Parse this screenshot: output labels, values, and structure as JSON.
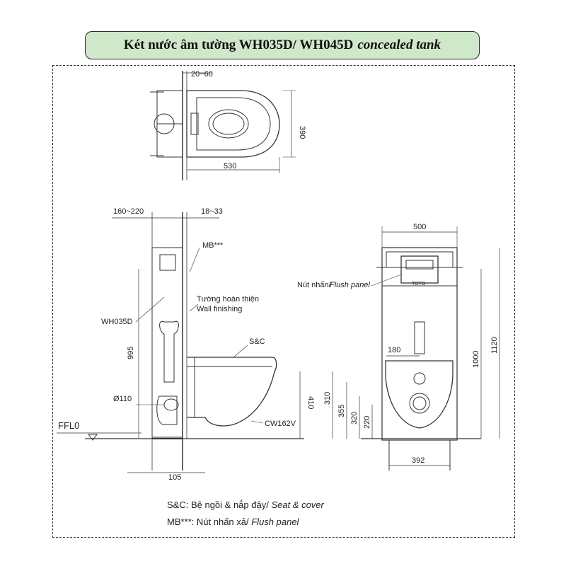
{
  "title": {
    "main": "Két nước âm tường WH035D/ WH045D",
    "italic": "concealed tank"
  },
  "dimensions": {
    "top_wall_gap": "20~60",
    "top_depth": "390",
    "top_width": "530",
    "side_left": "160~220",
    "side_right": "18~33",
    "side_height_995": "995",
    "side_dia": "Ø110",
    "side_height_410": "410",
    "side_bottom_105": "105",
    "front_width_500": "500",
    "front_180": "180",
    "front_1000": "1000",
    "front_1120": "1120",
    "front_310": "310",
    "front_355": "355",
    "front_320": "320",
    "front_220": "220",
    "front_392": "392"
  },
  "labels": {
    "mb": "MB***",
    "wall_vi": "Tường hoàn thiện",
    "wall_en": "Wall finishing",
    "tank_model": "WH035D",
    "sc": "S&C",
    "bowl_model": "CW162V",
    "ffl": "FFL0",
    "flush_vi": "Nút nhấn/",
    "flush_en": "Flush panel",
    "brand": "TOTO"
  },
  "legend": [
    {
      "prefix": "S&C: Bệ ngồi & nắp đậy/ ",
      "italic": "Seat & cover"
    },
    {
      "prefix": "MB***: Nút nhấn xả/ ",
      "italic": "Flush panel"
    }
  ]
}
